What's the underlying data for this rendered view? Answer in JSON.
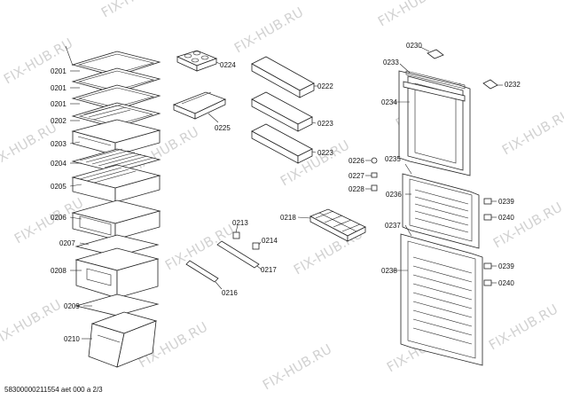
{
  "watermark": "FIX-HUB.RU",
  "footer": "58300000211554 aet 000 a 2/3",
  "labels": {
    "p0201a": "0201",
    "p0201b": "0201",
    "p0201c": "0201",
    "p0202": "0202",
    "p0203": "0203",
    "p0204": "0204",
    "p0205": "0205",
    "p0206": "0206",
    "p0207": "0207",
    "p0208": "0208",
    "p0209": "0209",
    "p0210": "0210",
    "p0224": "0224",
    "p0225": "0225",
    "p0222": "0222",
    "p0223a": "0223",
    "p0223b": "0223",
    "p0213": "0213",
    "p0214": "0214",
    "p0217": "0217",
    "p0216": "0216",
    "p0218": "0218",
    "p0226": "0226",
    "p0227": "0227",
    "p0228": "0228",
    "p0230": "0230",
    "p0233": "0233",
    "p0232": "0232",
    "p0234": "0234",
    "p0235": "0235",
    "p0236": "0236",
    "p0239a": "0239",
    "p0240a": "0240",
    "p0237": "0237",
    "p0238": "0238",
    "p0239b": "0239",
    "p0240b": "0240"
  }
}
